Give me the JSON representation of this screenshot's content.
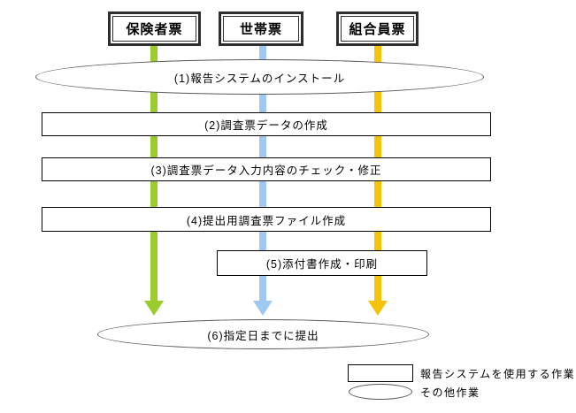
{
  "diagram": {
    "form_boxes": [
      {
        "label": "保険者票",
        "line_color": "#9ACC2E"
      },
      {
        "label": "世帯票",
        "line_color": "#9EC9F2"
      },
      {
        "label": "組合員票",
        "line_color": "#F5C40A"
      }
    ],
    "steps": [
      {
        "shape": "ellipse",
        "label": "(1)報告システムのインストール"
      },
      {
        "shape": "rect",
        "label": "(2)調査票データの作成"
      },
      {
        "shape": "rect",
        "label": "(3)調査票データ入力内容のチェック・修正"
      },
      {
        "shape": "rect",
        "label": "(4)提出用調査票ファイル作成"
      },
      {
        "shape": "rect",
        "label": "(5)添付書作成・印刷"
      },
      {
        "shape": "ellipse",
        "label": "(6)指定日までに提出"
      }
    ],
    "legend": {
      "rect_label": "報告システムを使用する作業",
      "ellipse_label": "その他作業"
    },
    "colors": {
      "green": "#9ACC2E",
      "blue": "#9EC9F2",
      "yellow": "#F5C40A"
    }
  }
}
